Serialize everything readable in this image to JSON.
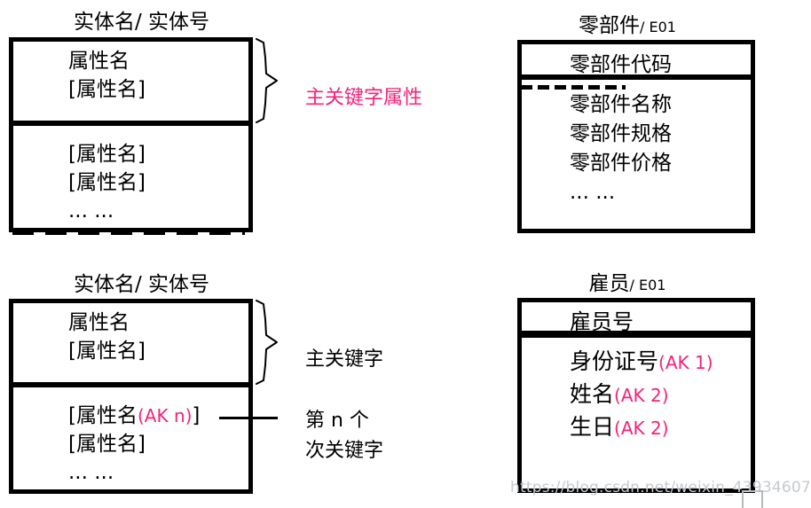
{
  "colors": {
    "accent": "#f5237b",
    "ink": "#000000",
    "watermark_gray": "#c6cbd0"
  },
  "entities": {
    "generic_top": {
      "title": "实体名/ 实体号",
      "section1": {
        "rows": [
          "属性名",
          "[属性名]",
          "... ..."
        ]
      },
      "section2": {
        "rows": [
          "[属性名]",
          "[属性名]",
          "... ..."
        ]
      },
      "annotation_primary_key_attrs": "主关键字属性"
    },
    "part": {
      "title_name": "零部件",
      "title_code": "/ E01",
      "primary_key_row": "零部件代码",
      "rows": [
        "零部件名称",
        "零部件规格",
        "零部件价格",
        "... ..."
      ]
    },
    "generic_bottom": {
      "title": "实体名/ 实体号",
      "section1": {
        "rows": [
          "属性名",
          "[属性名]",
          "... ..."
        ]
      },
      "section2": {
        "row1_prefix": "[属性名",
        "row1_ak": "(AK n)",
        "row1_suffix": "]",
        "rows": [
          "[属性名]",
          "... ..."
        ]
      },
      "annotation_primary_key": "主关键字",
      "annotation_alternate_key_line1": "第 n 个",
      "annotation_alternate_key_line2": "次关键字"
    },
    "employee": {
      "title_name": "雇员",
      "title_code": "/ E01",
      "primary_key_row": "雇员号",
      "rows": [
        {
          "name": "身份证号",
          "ak": "(AK 1)"
        },
        {
          "name": "姓名",
          "ak": "(AK 2)"
        },
        {
          "name": "生日",
          "ak": "(AK 2)"
        }
      ]
    }
  },
  "watermark": "https://blog.csdn.net/weixin_43934607"
}
